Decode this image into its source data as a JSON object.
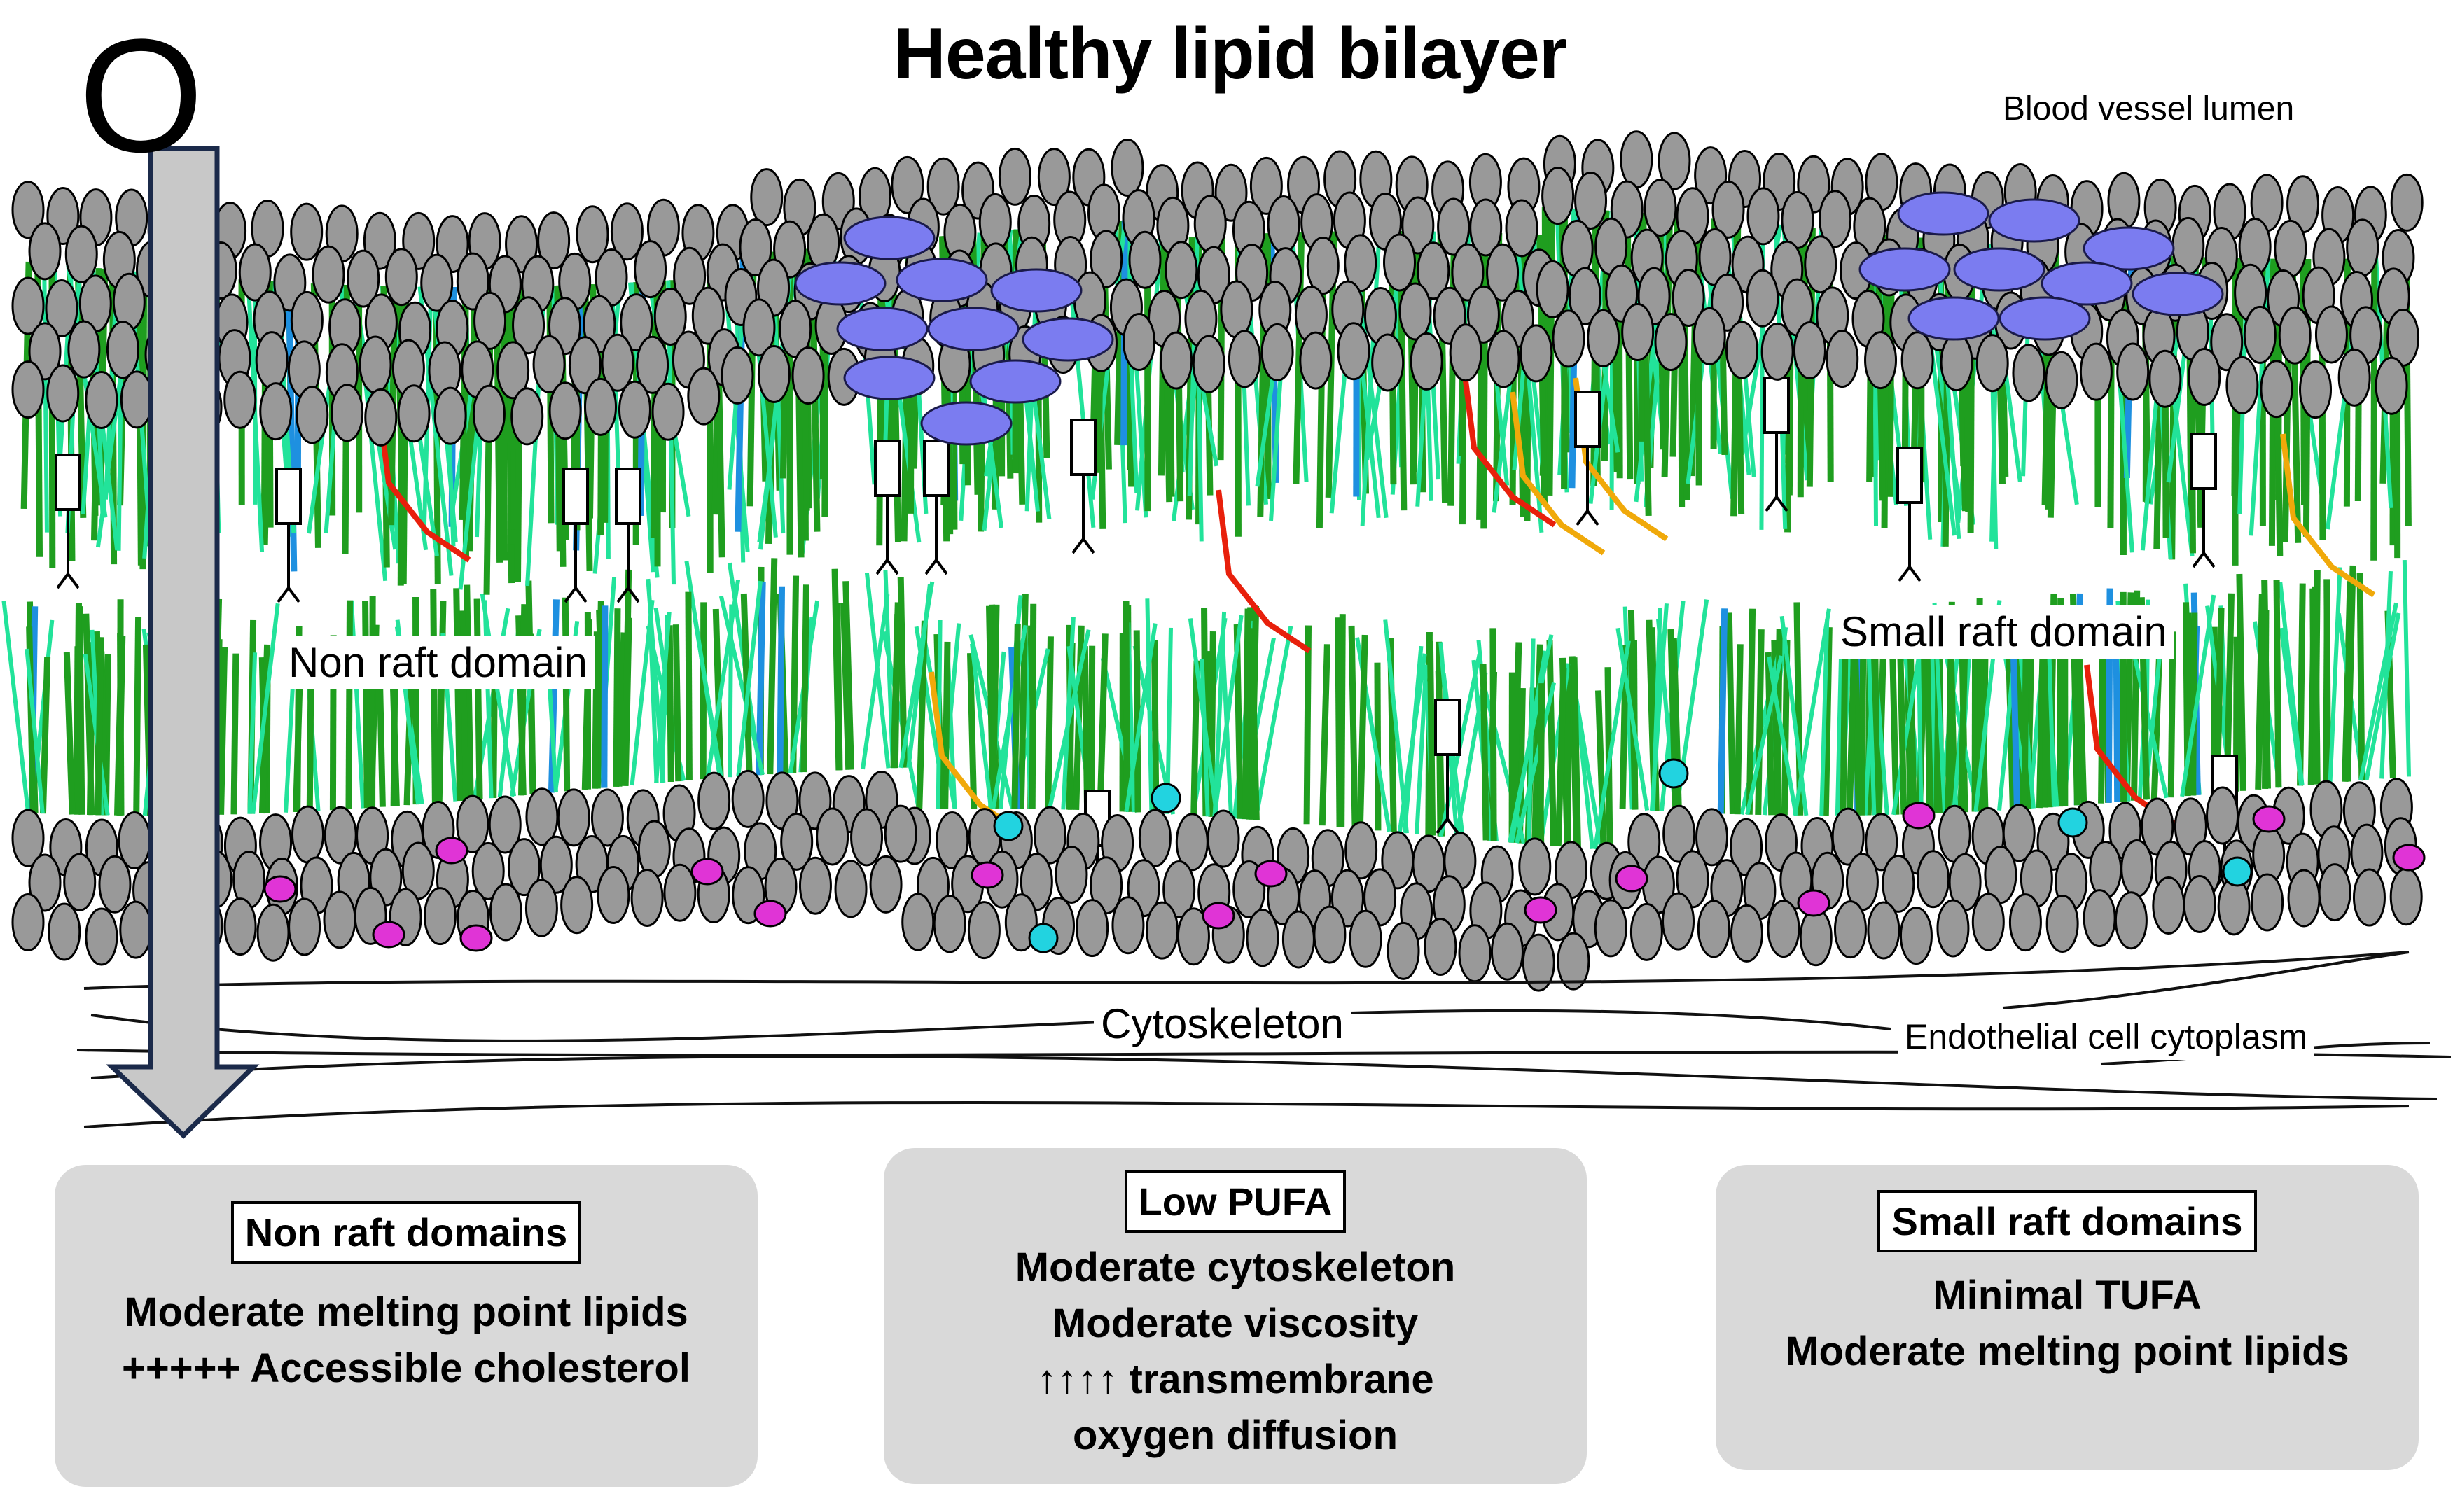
{
  "title": "Healthy lipid bilayer",
  "corner_mark": "O",
  "lumen_label": "Blood vessel lumen",
  "labels": {
    "non_raft": "Non raft domain",
    "small_raft": "Small raft domain",
    "cytoskeleton": "Cytoskeleton",
    "cytoplasm": "Endothelial cell cytoplasm"
  },
  "boxes": [
    {
      "title": "Non raft domains",
      "lines": [
        "Moderate melting point lipids",
        "+++++ Accessible cholesterol"
      ]
    },
    {
      "title": "Low PUFA",
      "lines": [
        "Moderate cytoskeleton",
        "Moderate viscosity",
        "↑↑↑↑ transmembrane",
        "oxygen diffusion"
      ]
    },
    {
      "title": "Small raft domains",
      "lines": [
        "Minimal TUFA",
        "Moderate melting point lipids"
      ]
    }
  ],
  "colors": {
    "head": "#999999",
    "tail_green": "#1f9e1f",
    "tail_light": "#22e39a",
    "tail_blue": "#1e90e0",
    "tail_red": "#e8200c",
    "tail_orange": "#f0a90a",
    "raft_protein": "#7b7cf0",
    "cyan_dot": "#22d3e0",
    "magenta_dot": "#e034d6",
    "arrow_fill": "#c8c8c8",
    "arrow_stroke": "#1b2a4a",
    "box_bg": "#d9d9d9"
  }
}
